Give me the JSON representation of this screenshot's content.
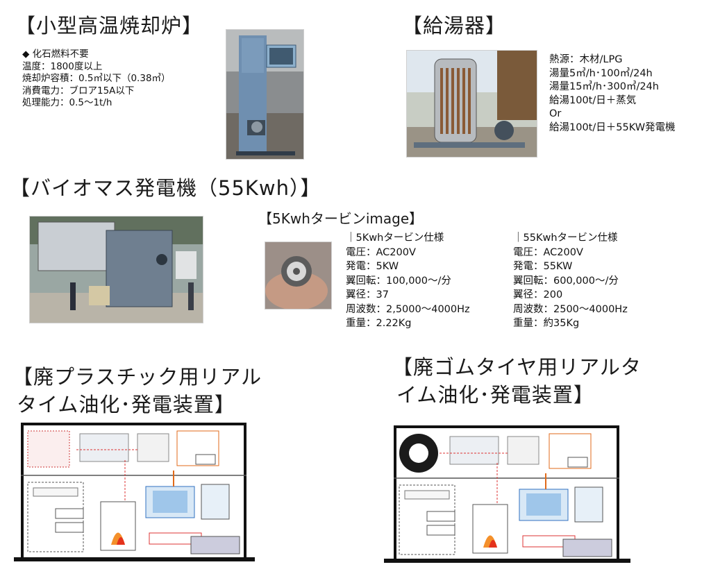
{
  "incinerator": {
    "title": "【小型高温焼却炉】",
    "specs": [
      "◆  化石燃料不要",
      "温度：1800度以上",
      "焼却炉容積：0.5㎥以下（0.38㎥）",
      "消費電力：ブロア15A以下",
      "処理能力：0.5～1t/h"
    ]
  },
  "water_heater": {
    "title": "【給湯器】",
    "specs": [
      "熱源：木材/LPG",
      "湯量5㎥/h･100㎥/24h",
      "湯量15㎥/h･300㎥/24h",
      "給湯100t/日＋蒸気",
      "Or",
      "給湯100t/日＋55KW発電機"
    ]
  },
  "biomass": {
    "title": "【バイオマス発電機（55Kwh）】",
    "turbine_image_title": "【5Kwhタービンimage】",
    "spec_5kw": [
      "｜5Kwhタービン仕様",
      "電圧：AC200V",
      "発電：5KW",
      "翼回転：100,000～/分",
      "翼径：37",
      "周波数：2,5000～4000Hz",
      "重量：2.22Kg"
    ],
    "spec_55kw": [
      "｜55Kwhタービン仕様",
      "電圧：AC200V",
      "発電：55KW",
      "翼回転：600,000～/分",
      "翼径：200",
      "周波数：2500～4000Hz",
      "重量：約35Kg"
    ]
  },
  "plastic": {
    "title_line1": "【廃プラスチック用リアル",
    "title_line2": "タイム油化･発電装置】"
  },
  "tire": {
    "title_line1": "【廃ゴムタイヤ用リアルタ",
    "title_line2": "イム油化･発電装置】"
  }
}
